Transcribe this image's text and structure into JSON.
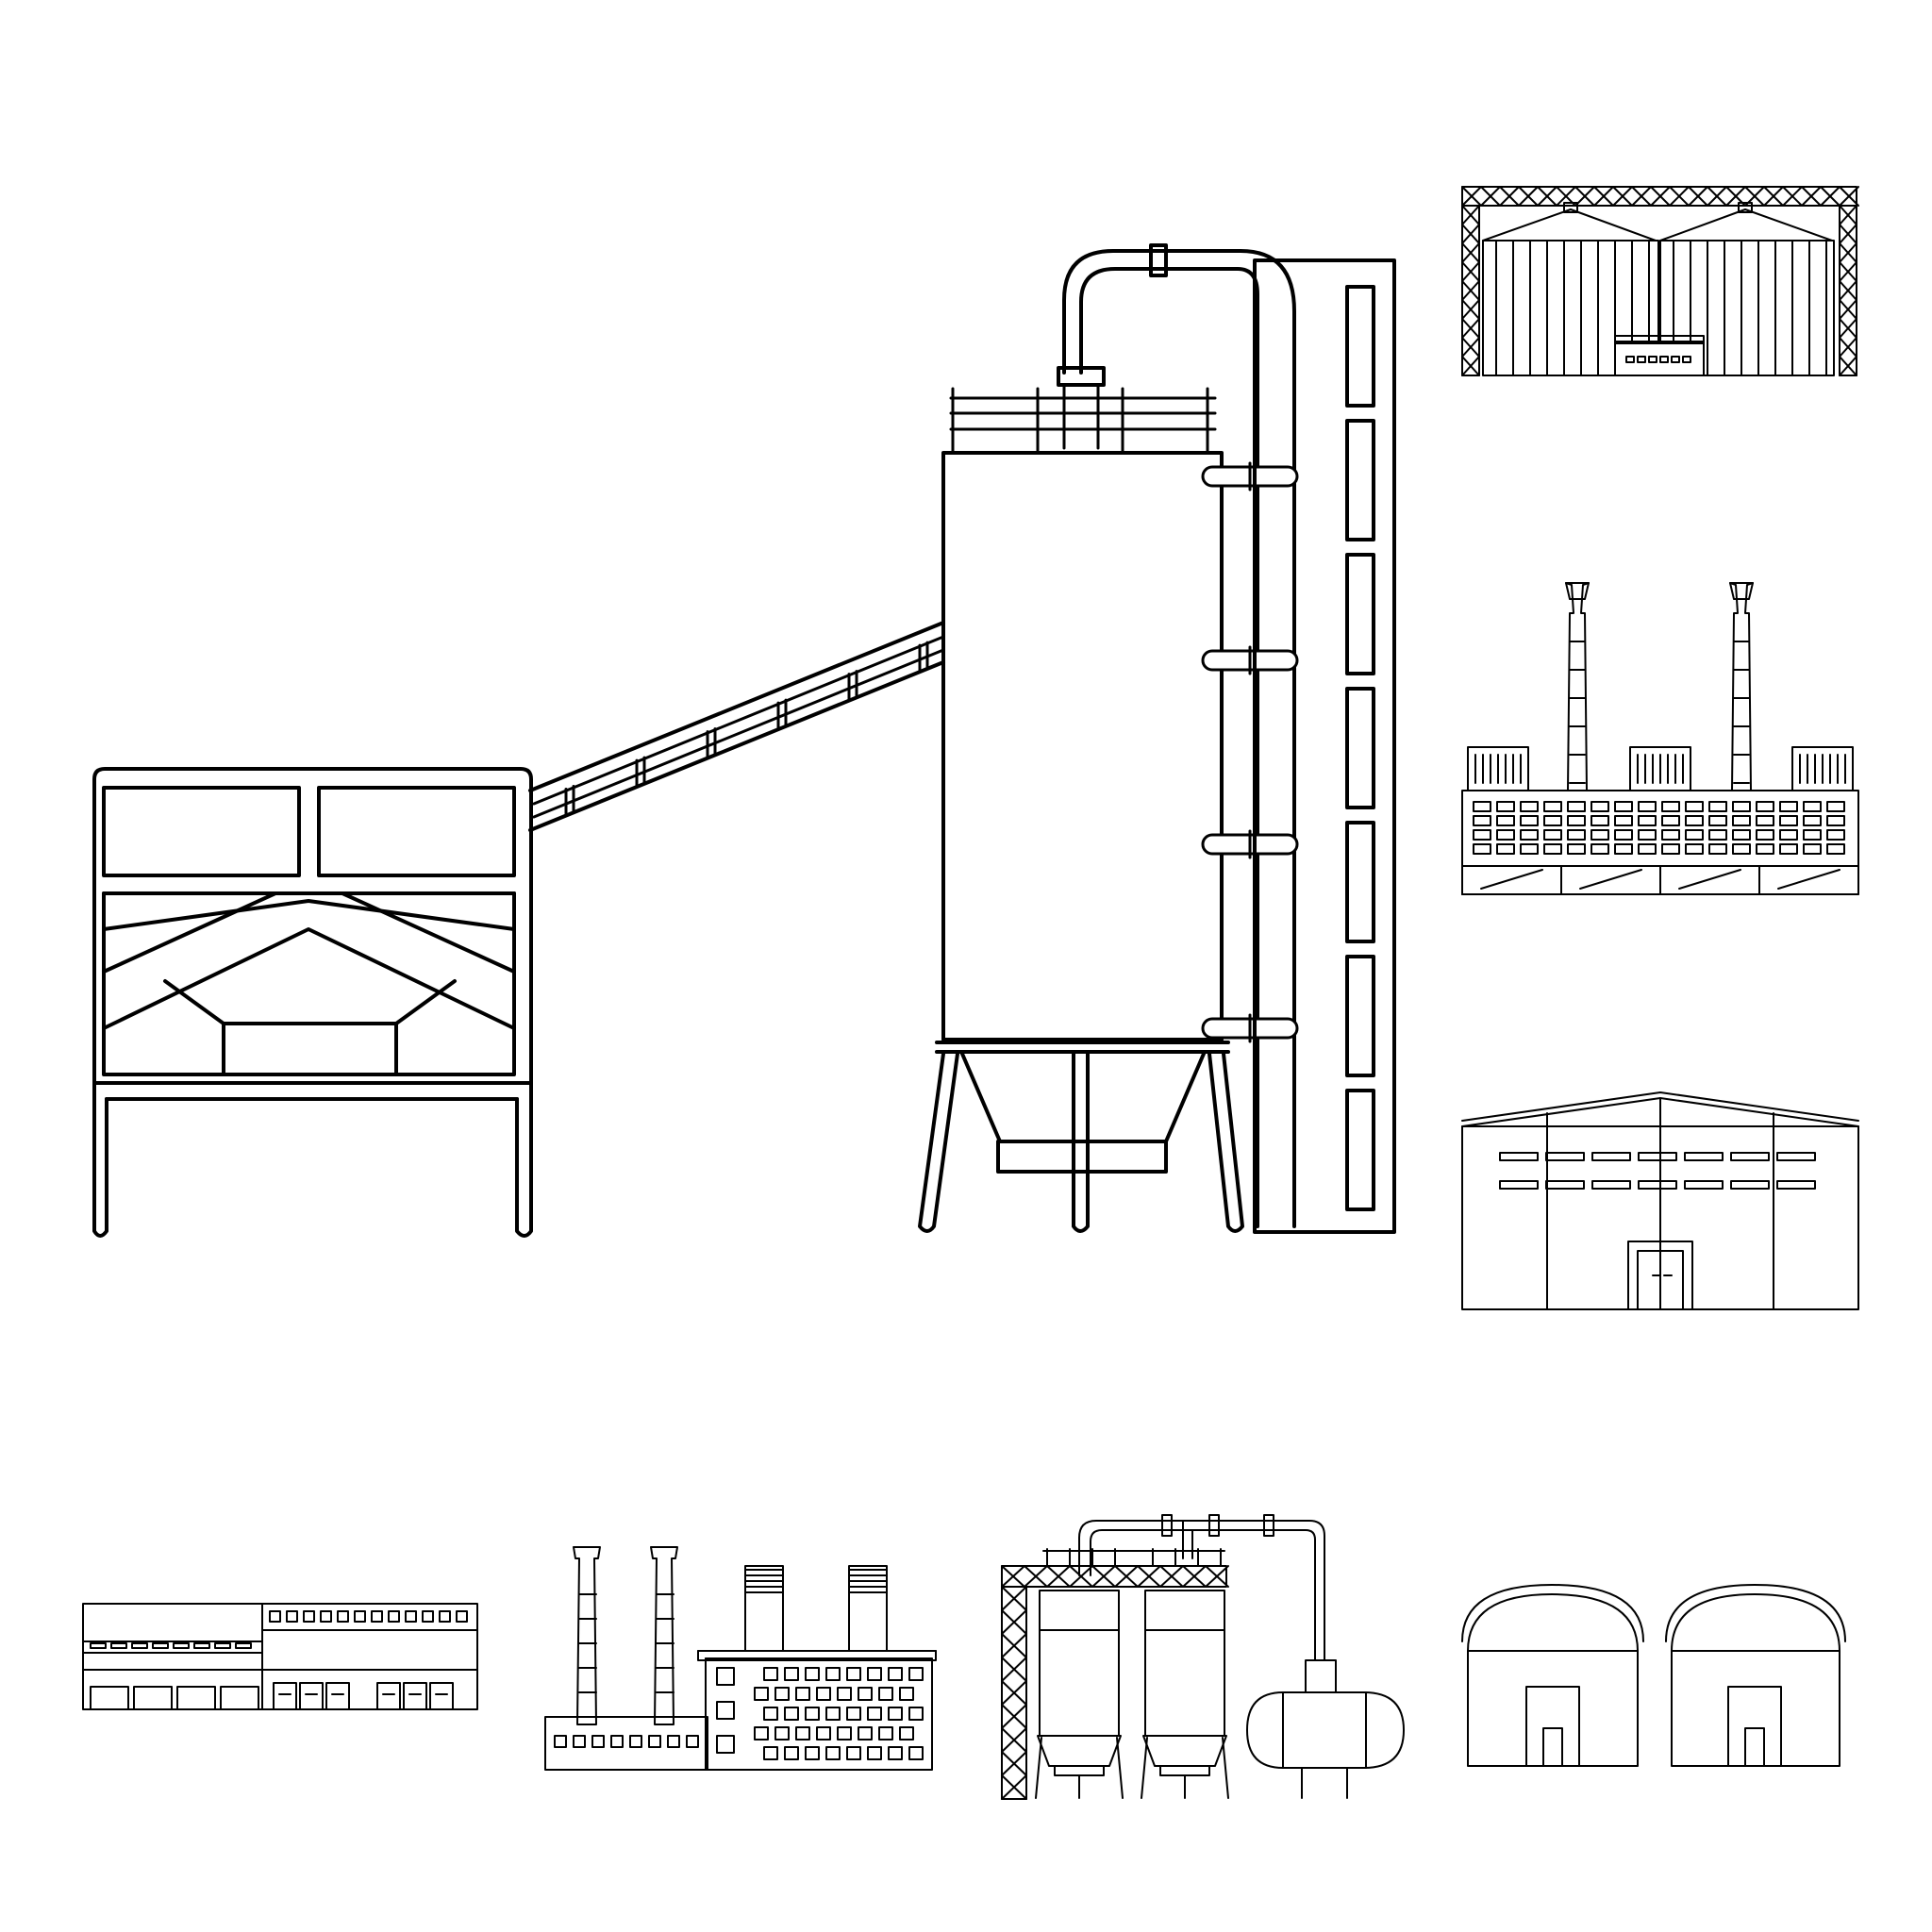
{
  "canvas": {
    "background": "#ffffff",
    "stroke": "#000000",
    "style": "outline line art"
  },
  "icons": [
    {
      "name": "concrete-plant-icon",
      "size": "large"
    },
    {
      "name": "grain-silo-hangar-icon",
      "size": "small"
    },
    {
      "name": "power-plant-icon",
      "size": "small"
    },
    {
      "name": "warehouse-icon",
      "size": "small"
    },
    {
      "name": "storage-building-icon",
      "size": "small"
    },
    {
      "name": "factory-chimneys-icon",
      "size": "small"
    },
    {
      "name": "silo-pipeline-icon",
      "size": "small"
    },
    {
      "name": "quonset-hangars-icon",
      "size": "small"
    }
  ]
}
